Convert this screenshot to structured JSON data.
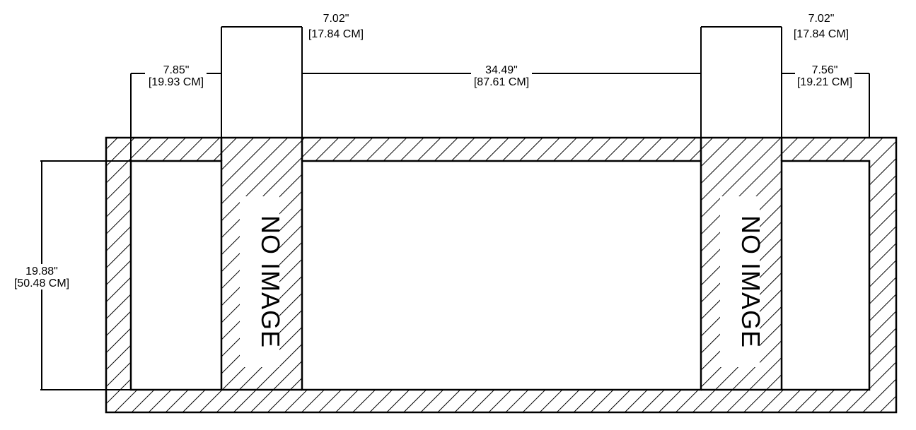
{
  "colors": {
    "ink": "#000000",
    "background": "#ffffff"
  },
  "dimensions": {
    "left_outer_width": {
      "inches": "7.85\"",
      "cm": "[19.93 CM]"
    },
    "left_window_width": {
      "inches": "7.02\"",
      "cm": "[17.84 CM]"
    },
    "center_width": {
      "inches": "34.49\"",
      "cm": "[87.61 CM]"
    },
    "right_window_width": {
      "inches": "7.02\"",
      "cm": "[17.84 CM]"
    },
    "right_outer_width": {
      "inches": "7.56\"",
      "cm": "[19.21 CM]"
    },
    "height": {
      "inches": "19.88\"",
      "cm": "[50.48 CM]"
    }
  },
  "placeholders": {
    "left": "NO IMAGE",
    "right": "NO IMAGE"
  }
}
